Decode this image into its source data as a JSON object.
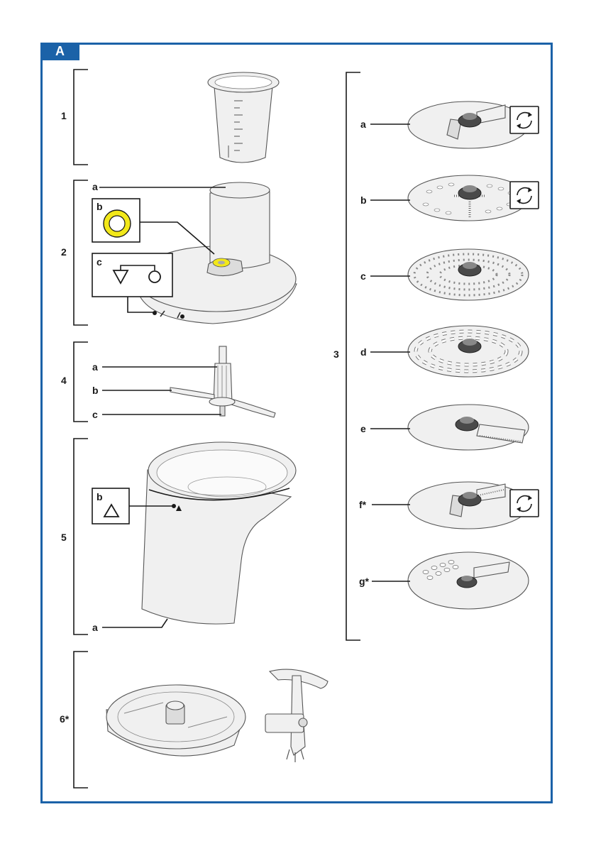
{
  "figure_tag": "A",
  "groups": {
    "g1": "1",
    "g2": "2",
    "g3": "3",
    "g4": "4",
    "g5": "5",
    "g6": "6*"
  },
  "group2": {
    "a": "a",
    "b": "b",
    "c": "c"
  },
  "group3": {
    "a": "a",
    "b": "b",
    "c": "c",
    "d": "d",
    "e": "e",
    "f": "f*",
    "g": "g*"
  },
  "group4": {
    "a": "a",
    "b": "b",
    "c": "c"
  },
  "group5": {
    "a": "a",
    "b": "b"
  },
  "colors": {
    "frame": "#1b62a8",
    "seal": "#f2e81a",
    "line": "#1a1a1a"
  },
  "icons": {
    "reversible_disc": "rotate-arrows-icon",
    "lock_open": "triangle-circle-icon",
    "position_mark": "triangle-icon"
  }
}
